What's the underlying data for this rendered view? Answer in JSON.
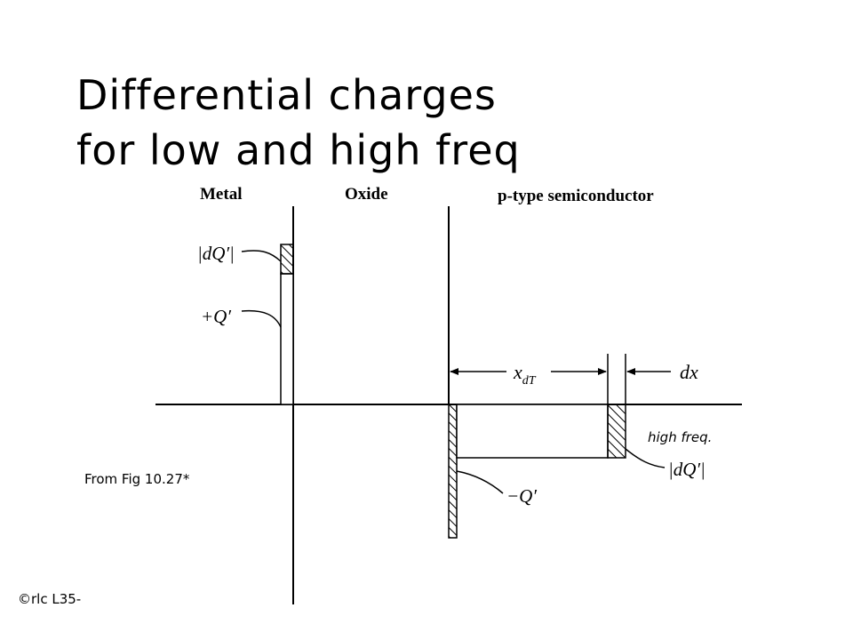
{
  "slide": {
    "title_line1": "Differential charges",
    "title_line2": "for low and high freq",
    "footer": "©rlc L35-",
    "source_note": "From Fig 10.27*"
  },
  "diagram": {
    "region_metal": "Metal",
    "region_oxide": "Oxide",
    "region_semiconductor": "p-type semiconductor",
    "label_dq_metal": "|dQ′|",
    "label_plus_q": "+Q′",
    "label_xdt_main": "x",
    "label_xdt_sub": "dT",
    "label_dx": "dx",
    "label_minus_q": "−Q′",
    "label_dq_semi": "|dQ′|",
    "label_high_freq": "high freq."
  }
}
